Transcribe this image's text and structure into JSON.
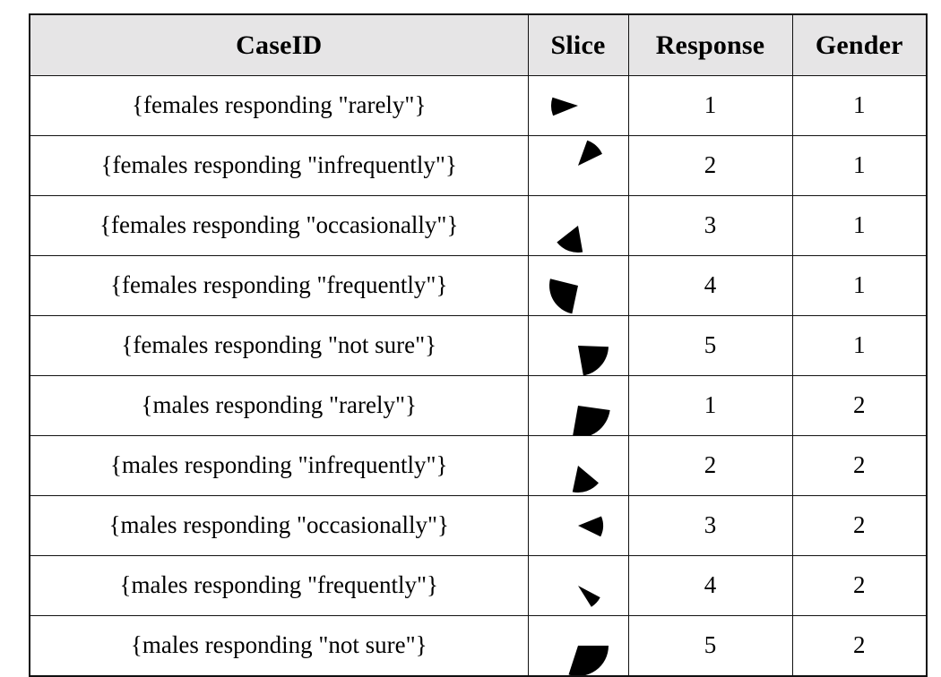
{
  "table": {
    "columns": [
      {
        "key": "caseid",
        "label": "CaseID"
      },
      {
        "key": "slice",
        "label": "Slice"
      },
      {
        "key": "response",
        "label": "Response"
      },
      {
        "key": "gender",
        "label": "Gender"
      }
    ],
    "header_background": "#e6e5e6",
    "border_color": "#111111",
    "rows": [
      {
        "caseid": "{females responding \"rarely\"}",
        "slice_icon": "pie-slice-icon",
        "response": "1",
        "gender": "1"
      },
      {
        "caseid": "{females responding \"infrequently\"}",
        "slice_icon": "pie-slice-icon",
        "response": "2",
        "gender": "1"
      },
      {
        "caseid": "{females responding \"occasionally\"}",
        "slice_icon": "pie-slice-icon",
        "response": "3",
        "gender": "1"
      },
      {
        "caseid": "{females responding \"frequently\"}",
        "slice_icon": "pie-slice-icon",
        "response": "4",
        "gender": "1"
      },
      {
        "caseid": "{females responding \"not sure\"}",
        "slice_icon": "pie-slice-icon",
        "response": "5",
        "gender": "1"
      },
      {
        "caseid": "{males responding \"rarely\"}",
        "slice_icon": "pie-slice-icon",
        "response": "1",
        "gender": "2"
      },
      {
        "caseid": "{males responding \"infrequently\"}",
        "slice_icon": "pie-slice-icon",
        "response": "2",
        "gender": "2"
      },
      {
        "caseid": "{males responding \"occasionally\"}",
        "slice_icon": "pie-slice-icon",
        "response": "3",
        "gender": "2"
      },
      {
        "caseid": "{males responding \"frequently\"}",
        "slice_icon": "pie-slice-icon",
        "response": "4",
        "gender": "2"
      },
      {
        "caseid": "{males responding \"not sure\"}",
        "slice_icon": "pie-slice-icon",
        "response": "5",
        "gender": "2"
      }
    ]
  },
  "chart_data": {
    "type": "pie",
    "title": "",
    "note": "Each Slice cell shows one filled pie wedge glyph; wedge start/sweep angles in degrees measured clockwise from 12 o'clock, with rendered radius in px.",
    "slices": [
      {
        "label": "females responding \"rarely\"",
        "response": 1,
        "gender": 1,
        "start_deg": 248,
        "sweep_deg": 40,
        "radius_px": 30,
        "fill": "#000000"
      },
      {
        "label": "females responding \"infrequently\"",
        "response": 2,
        "gender": 1,
        "start_deg": 20,
        "sweep_deg": 44,
        "radius_px": 30,
        "fill": "#000000"
      },
      {
        "label": "females responding \"occasionally\"",
        "response": 3,
        "gender": 1,
        "start_deg": 170,
        "sweep_deg": 62,
        "radius_px": 30,
        "fill": "#000000"
      },
      {
        "label": "females responding \"frequently\"",
        "response": 4,
        "gender": 1,
        "start_deg": 192,
        "sweep_deg": 92,
        "radius_px": 32,
        "fill": "#000000"
      },
      {
        "label": "females responding \"not sure\"",
        "response": 5,
        "gender": 1,
        "start_deg": 92,
        "sweep_deg": 78,
        "radius_px": 34,
        "fill": "#000000"
      },
      {
        "label": "males responding \"rarely\"",
        "response": 1,
        "gender": 2,
        "start_deg": 98,
        "sweep_deg": 92,
        "radius_px": 36,
        "fill": "#000000"
      },
      {
        "label": "males responding \"infrequently\"",
        "response": 2,
        "gender": 2,
        "start_deg": 130,
        "sweep_deg": 62,
        "radius_px": 30,
        "fill": "#000000"
      },
      {
        "label": "males responding \"occasionally\"",
        "response": 3,
        "gender": 2,
        "start_deg": 68,
        "sweep_deg": 48,
        "radius_px": 28,
        "fill": "#000000"
      },
      {
        "label": "males responding \"frequently\"",
        "response": 4,
        "gender": 2,
        "start_deg": 118,
        "sweep_deg": 30,
        "radius_px": 28,
        "fill": "#000000"
      },
      {
        "label": "males responding \"not sure\"",
        "response": 5,
        "gender": 2,
        "start_deg": 90,
        "sweep_deg": 108,
        "radius_px": 34,
        "fill": "#000000"
      }
    ]
  }
}
